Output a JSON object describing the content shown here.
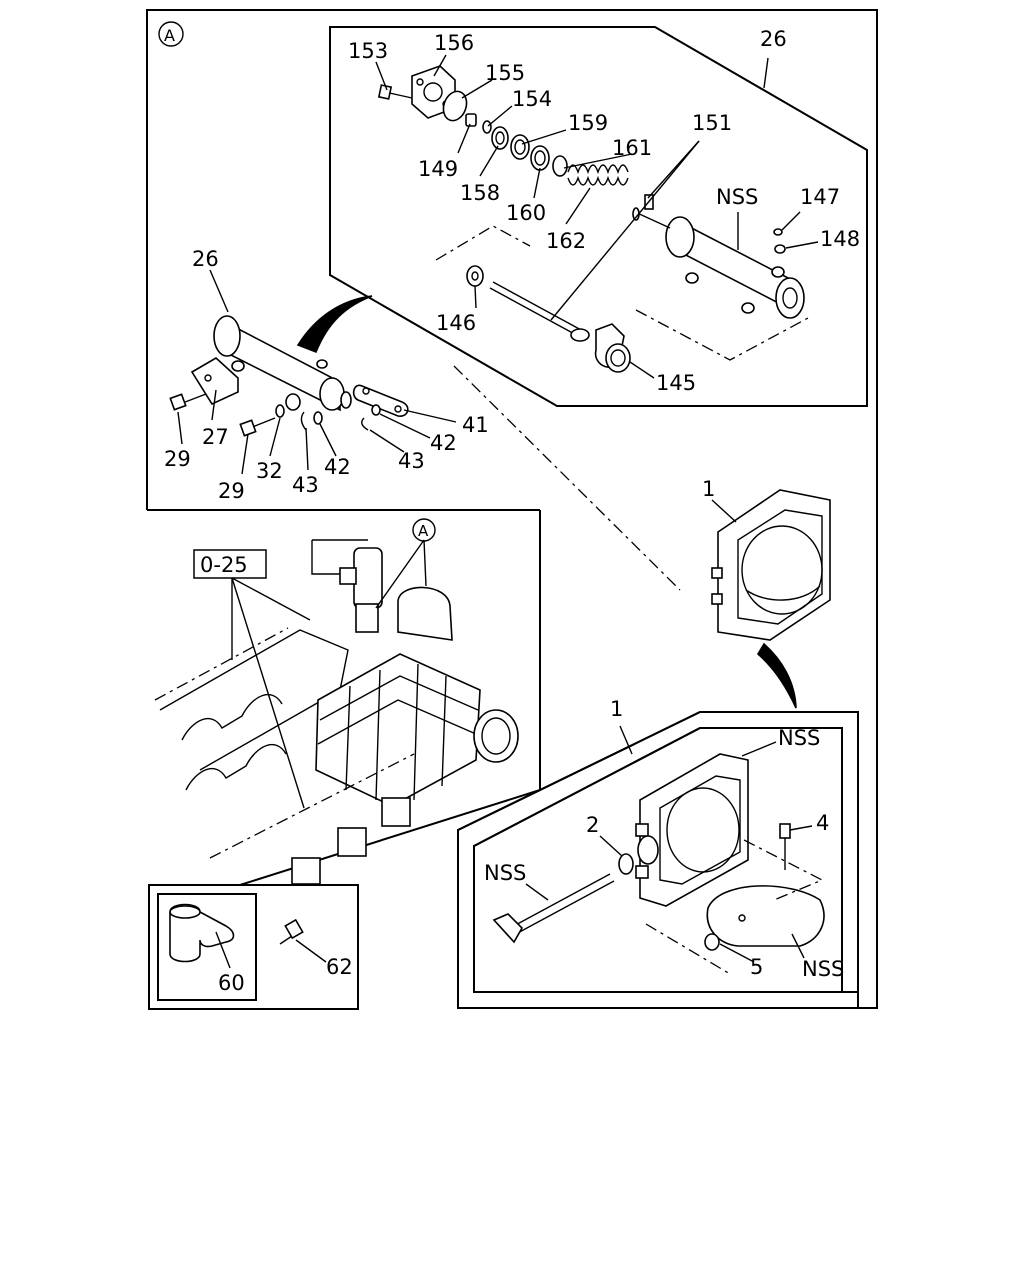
{
  "view_marker": "A",
  "ref_box": "0-25",
  "labels": {
    "p1_top": "1",
    "p1_bottom": "1",
    "p2": "2",
    "p4": "4",
    "p5": "5",
    "p26_left": "26",
    "p26_top": "26",
    "p27": "27",
    "p29_a": "29",
    "p29_b": "29",
    "p32": "32",
    "p41": "41",
    "p42_a": "42",
    "p42_b": "42",
    "p43_a": "43",
    "p43_b": "43",
    "p60": "60",
    "p62": "62",
    "p145": "145",
    "p146": "146",
    "p147": "147",
    "p148": "148",
    "p149": "149",
    "p151": "151",
    "p153": "153",
    "p154": "154",
    "p155": "155",
    "p156": "156",
    "p158": "158",
    "p159": "159",
    "p160": "160",
    "p161": "161",
    "p162": "162",
    "nss_cylinder": "NSS",
    "nss_body": "NSS",
    "nss_shaft": "NSS",
    "nss_valve": "NSS"
  }
}
